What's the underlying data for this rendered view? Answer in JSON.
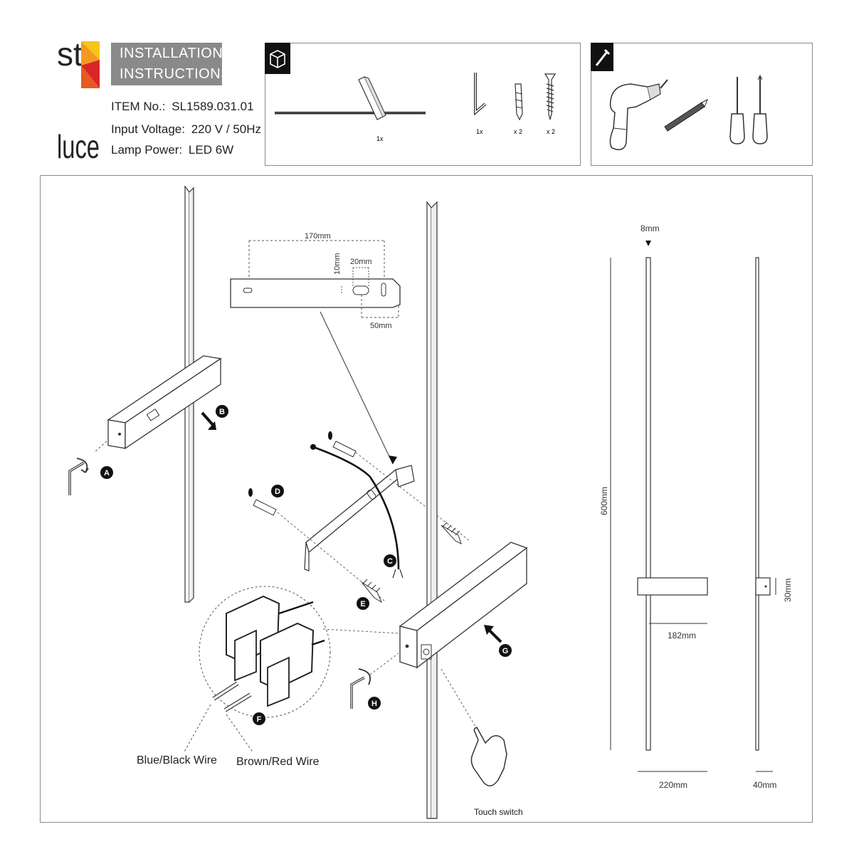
{
  "header": {
    "brand_top": "st",
    "brand_bottom": "luce",
    "title_line1": "INSTALLATION",
    "title_line2": "INSTRUCTIONS",
    "item_label": "ITEM No.:",
    "item_value": "SL1589.031.01",
    "voltage_label": "Input Voltage:",
    "voltage_value": "220 V / 50Hz",
    "power_label": "Lamp Power:",
    "power_value": "LED 6W"
  },
  "contents": {
    "lamp_qty": "1x",
    "key_qty": "1x",
    "dowel_qty": "x 2",
    "screw_qty": "x 2"
  },
  "bracket_dims": {
    "width": "170mm",
    "slot_width": "20mm",
    "slot_height": "10mm",
    "offset": "50mm"
  },
  "steps": [
    "A",
    "B",
    "C",
    "D",
    "E",
    "F",
    "G",
    "H"
  ],
  "wires": {
    "blue_black": "Blue/Black Wire",
    "brown_red": "Brown/Red Wire"
  },
  "touch_switch": "Touch switch",
  "dimensions": {
    "thickness": "8mm",
    "height": "600mm",
    "base_width": "182mm",
    "total_width": "220mm",
    "base_height": "30mm",
    "depth": "40mm"
  },
  "colors": {
    "logo_red": "#d9262a",
    "logo_orange": "#f29a1f",
    "logo_yellow": "#f5c518",
    "panel_grey": "#8a8a8a",
    "step_badge": "#111111"
  }
}
